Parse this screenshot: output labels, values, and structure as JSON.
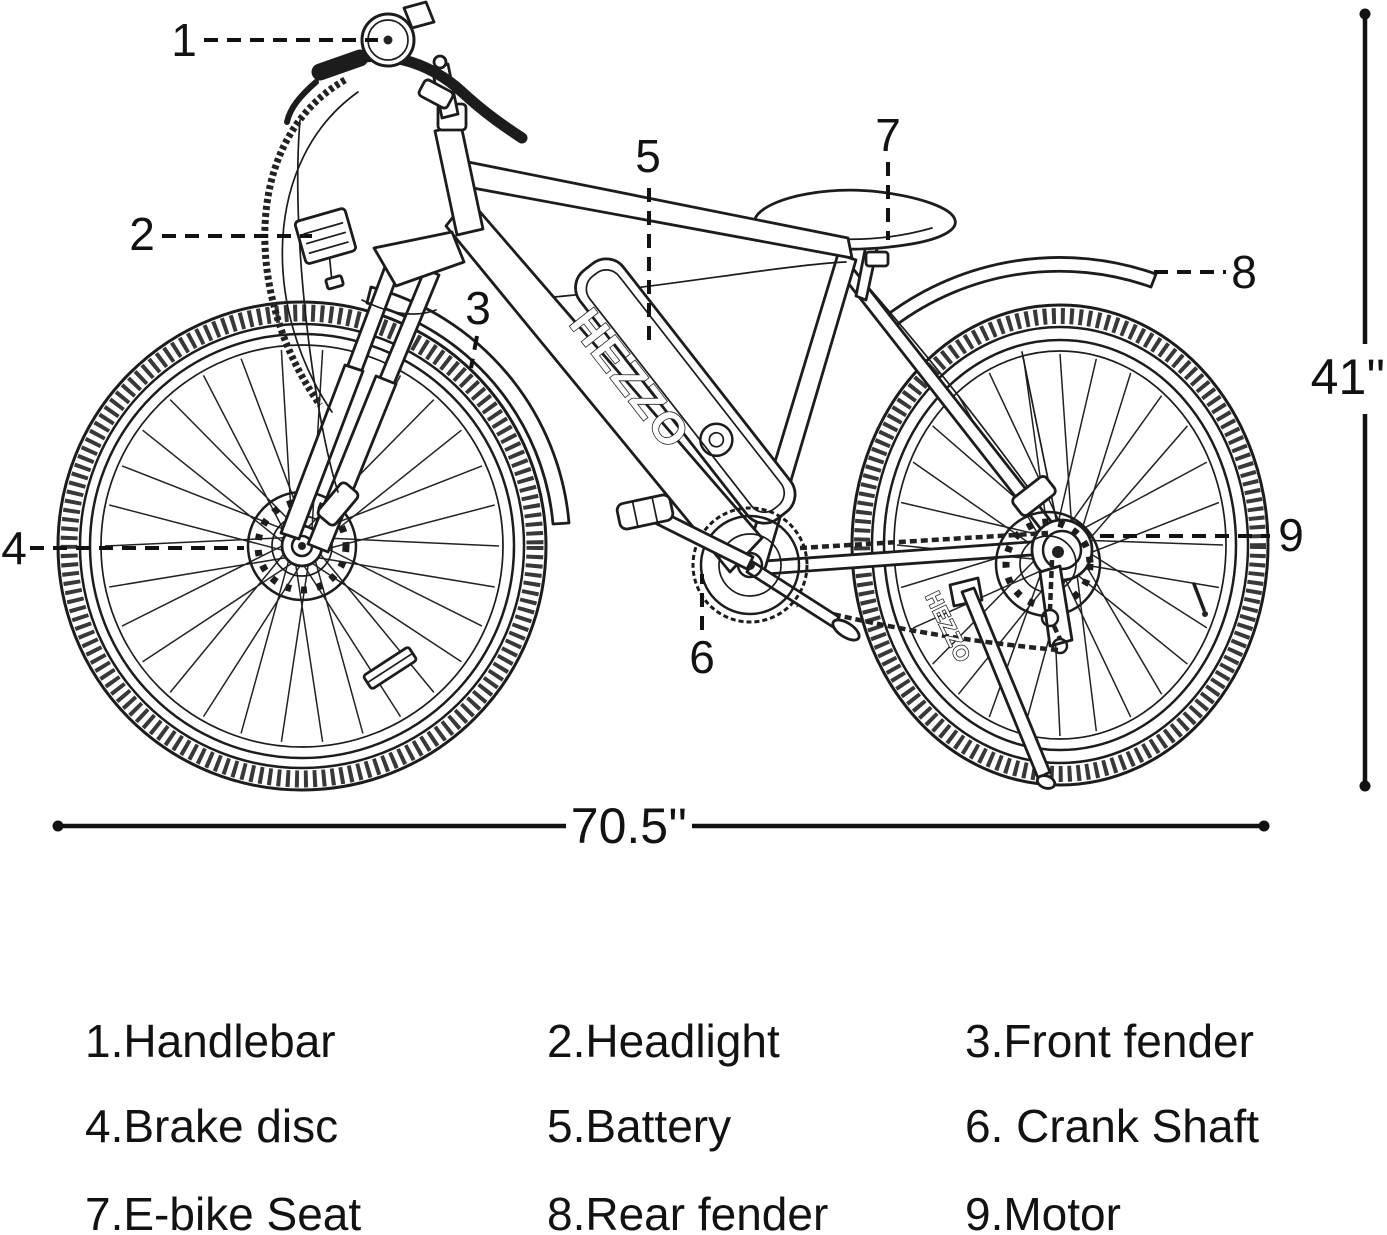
{
  "diagram": {
    "brand": "HEZZO",
    "dimensions": {
      "height": "41''",
      "length": "70.5''"
    },
    "callouts": [
      {
        "num": "1"
      },
      {
        "num": "2"
      },
      {
        "num": "3"
      },
      {
        "num": "4"
      },
      {
        "num": "5"
      },
      {
        "num": "6"
      },
      {
        "num": "7"
      },
      {
        "num": "8"
      },
      {
        "num": "9"
      }
    ],
    "legend": {
      "items": [
        {
          "text": "1.Handlebar"
        },
        {
          "text": "2.Headlight"
        },
        {
          "text": "3.Front fender"
        },
        {
          "text": "4.Brake disc"
        },
        {
          "text": "5.Battery"
        },
        {
          "text": "6. Crank Shaft"
        },
        {
          "text": "7.E-bike Seat"
        },
        {
          "text": "8.Rear fender"
        },
        {
          "text": "9.Motor"
        }
      ]
    },
    "colors": {
      "line": "#1c1c1c",
      "background": "#ffffff"
    }
  }
}
